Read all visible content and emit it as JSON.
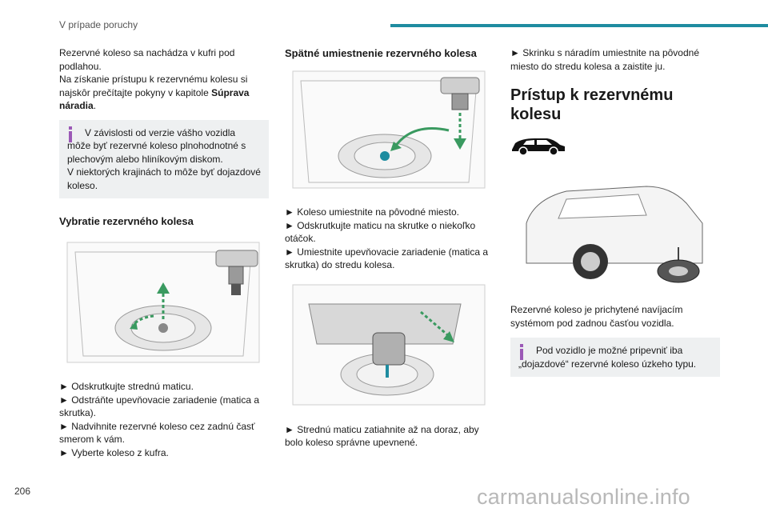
{
  "header": {
    "section_title": "V prípade poruchy"
  },
  "col1": {
    "intro": [
      "Rezervné koleso sa nachádza v kufri pod podlahou.",
      "Na získanie prístupu k rezervnému kolesu si najskôr prečítajte pokyny v kapitole "
    ],
    "intro_bold": "Súprava náradia",
    "intro_end": ".",
    "info_lines": [
      "V závislosti od verzie vášho vozidla môže byť rezervné koleso plnohodnotné s plechovým alebo hliníkovým diskom.",
      "V niektorých krajinách to môže byť dojazdové koleso."
    ],
    "heading": "Vybratie rezervného kolesa",
    "steps": [
      "► Odskrutkujte strednú maticu.",
      "► Odstráňte upevňovacie zariadenie (matica a skrutka).",
      "► Nadvihnite rezervné koleso cez zadnú časť smerom k vám.",
      "► Vyberte koleso z kufra."
    ]
  },
  "col2": {
    "heading": "Spätné umiestnenie rezervného kolesa",
    "steps_a": [
      "► Koleso umiestnite na pôvodné miesto.",
      "► Odskrutkujte maticu na skrutke o niekoľko otáčok.",
      "► Umiestnite upevňovacie zariadenie (matica a skrutka) do stredu kolesa."
    ],
    "steps_b": [
      "► Strednú maticu zatiahnite až na doraz, aby bolo koleso správne upevnené."
    ]
  },
  "col3": {
    "step_top": "► Skrinku s náradím umiestnite na pôvodné miesto do stredu kolesa a zaistite ju.",
    "heading": "Prístup k rezervnému kolesu",
    "body": "Rezervné koleso je prichytené navíjacím systémom pod zadnou časťou vozidla.",
    "info": "Pod vozidlo je možné pripevniť iba „dojazdové“ rezervné koleso úzkeho typu."
  },
  "footer": {
    "page_number": "206",
    "watermark": "carmanualsonline.info"
  },
  "colors": {
    "accent": "#1e8ca0",
    "info_bg": "#eef0f1",
    "arrow_green": "#3a9a60",
    "info_icon": "#9b59b6"
  },
  "icons": [
    "info-icon",
    "car-silhouette-icon"
  ]
}
